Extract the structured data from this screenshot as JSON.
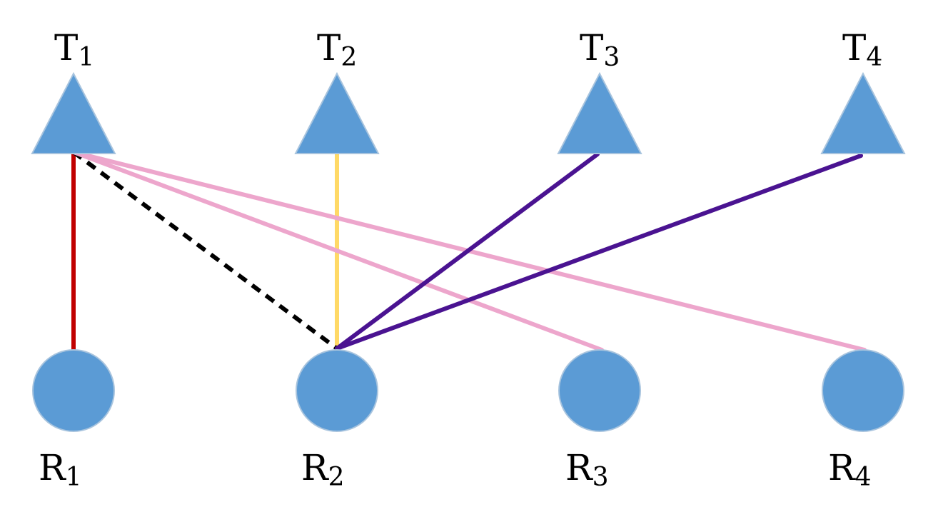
{
  "transmitters": [
    {
      "letter": "T",
      "sub": "1"
    },
    {
      "letter": "T",
      "sub": "2"
    },
    {
      "letter": "T",
      "sub": "3"
    },
    {
      "letter": "T",
      "sub": "4"
    }
  ],
  "receivers": [
    {
      "letter": "R",
      "sub": "1"
    },
    {
      "letter": "R",
      "sub": "2"
    },
    {
      "letter": "R",
      "sub": "3"
    },
    {
      "letter": "R",
      "sub": "4"
    }
  ],
  "links": [
    {
      "from": "T1",
      "to": "R1",
      "color": "#c00000",
      "style": "solid"
    },
    {
      "from": "T2",
      "to": "R2",
      "color": "#ffd966",
      "style": "solid"
    },
    {
      "from": "T1",
      "to": "R2",
      "color": "#000000",
      "style": "dashed"
    },
    {
      "from": "T1",
      "to": "R3",
      "color": "#eda6cc",
      "style": "solid"
    },
    {
      "from": "T1",
      "to": "R4",
      "color": "#eda6cc",
      "style": "solid"
    },
    {
      "from": "T3",
      "to": "R2",
      "color": "#4a1391",
      "style": "solid"
    },
    {
      "from": "T4",
      "to": "R2",
      "color": "#4a1391",
      "style": "solid"
    }
  ],
  "colors": {
    "node_fill": "#5b9bd5",
    "node_stroke": "#a8c4de"
  }
}
